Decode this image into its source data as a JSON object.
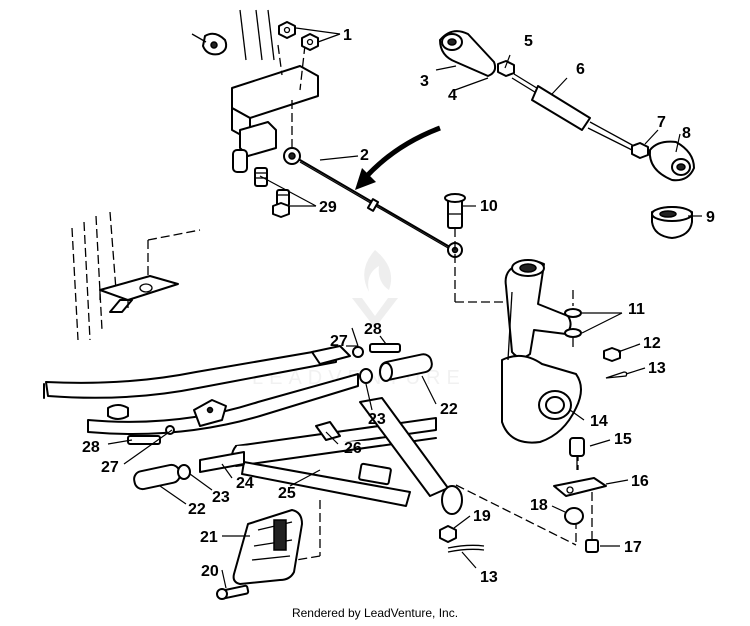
{
  "watermark": {
    "text": "LEADVENTURE"
  },
  "footer": {
    "credit": "Rendered by LeadVenture, Inc."
  },
  "callouts": {
    "c1": "1",
    "c2": "2",
    "c3": "3",
    "c4": "4",
    "c5": "5",
    "c6": "6",
    "c7": "7",
    "c8": "8",
    "c9": "9",
    "c10": "10",
    "c11": "11",
    "c12": "12",
    "c13a": "13",
    "c13b": "13",
    "c14": "14",
    "c15": "15",
    "c16": "16",
    "c17": "17",
    "c18": "18",
    "c19": "19",
    "c20": "20",
    "c21": "21",
    "c22a": "22",
    "c22b": "22",
    "c23a": "23",
    "c23b": "23",
    "c24": "24",
    "c25": "25",
    "c26": "26",
    "c27a": "27",
    "c27b": "27",
    "c28a": "28",
    "c28b": "28",
    "c29": "29"
  }
}
